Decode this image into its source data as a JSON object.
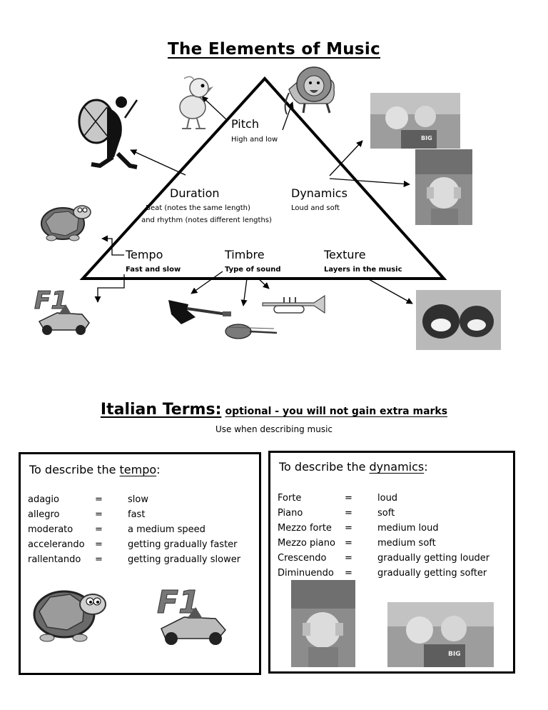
{
  "title": "The Elements of Music",
  "elements": {
    "pitch": {
      "name": "Pitch",
      "desc": "High and low"
    },
    "duration": {
      "name": "Duration",
      "desc_line1": "Beat (notes the same length)",
      "desc_line2": "and rhythm (notes different lengths)"
    },
    "dynamics": {
      "name": "Dynamics",
      "desc": "Loud and soft"
    },
    "tempo": {
      "name": "Tempo",
      "desc": "Fast and slow"
    },
    "timbre": {
      "name": "Timbre",
      "desc": "Type of sound"
    },
    "texture": {
      "name": "Texture",
      "desc": "Layers in the music"
    }
  },
  "italian": {
    "heading": "Italian Terms:",
    "subheading": "optional - you will not gain extra marks",
    "use_when": "Use when describing music"
  },
  "tempo_box": {
    "title_prefix": "To describe the ",
    "title_word": "tempo",
    "title_suffix": ":",
    "terms": [
      {
        "term": "adagio",
        "eq": "=",
        "meaning": "slow"
      },
      {
        "term": "allegro",
        "eq": "=",
        "meaning": "fast"
      },
      {
        "term": "moderato",
        "eq": "=",
        "meaning": "a medium speed"
      },
      {
        "term": "accelerando",
        "eq": "=",
        "meaning": "getting gradually faster"
      },
      {
        "term": "rallentando",
        "eq": "=",
        "meaning": "getting gradually slower"
      }
    ]
  },
  "dynamics_box": {
    "title_prefix": "To describe the ",
    "title_word": "dynamics",
    "title_suffix": ":",
    "terms": [
      {
        "term": "Forte",
        "eq": "=",
        "meaning": "loud"
      },
      {
        "term": "Piano",
        "eq": "=",
        "meaning": "soft"
      },
      {
        "term": "Mezzo forte",
        "eq": "=",
        "meaning": "medium loud"
      },
      {
        "term": "Mezzo piano",
        "eq": "=",
        "meaning": "medium soft"
      },
      {
        "term": "Crescendo",
        "eq": "=",
        "meaning": "gradually getting louder"
      },
      {
        "term": "Diminuendo",
        "eq": "=",
        "meaning": "gradually getting softer"
      }
    ]
  },
  "images": {
    "chick": "chick-icon",
    "lion": "lion-icon",
    "drummer": "drummer-icon",
    "tortoise": "tortoise-icon",
    "race_car": "race-car-icon",
    "guitar": "electric-guitar-icon",
    "violin": "violin-icon",
    "trumpet": "trumpet-icon",
    "whisper_photo": "whispering-girls-photo",
    "covered_ears_photo": "covered-ears-photo",
    "cakes_photo": "layered-cakes-photo",
    "f1_logo_text": "F1"
  }
}
